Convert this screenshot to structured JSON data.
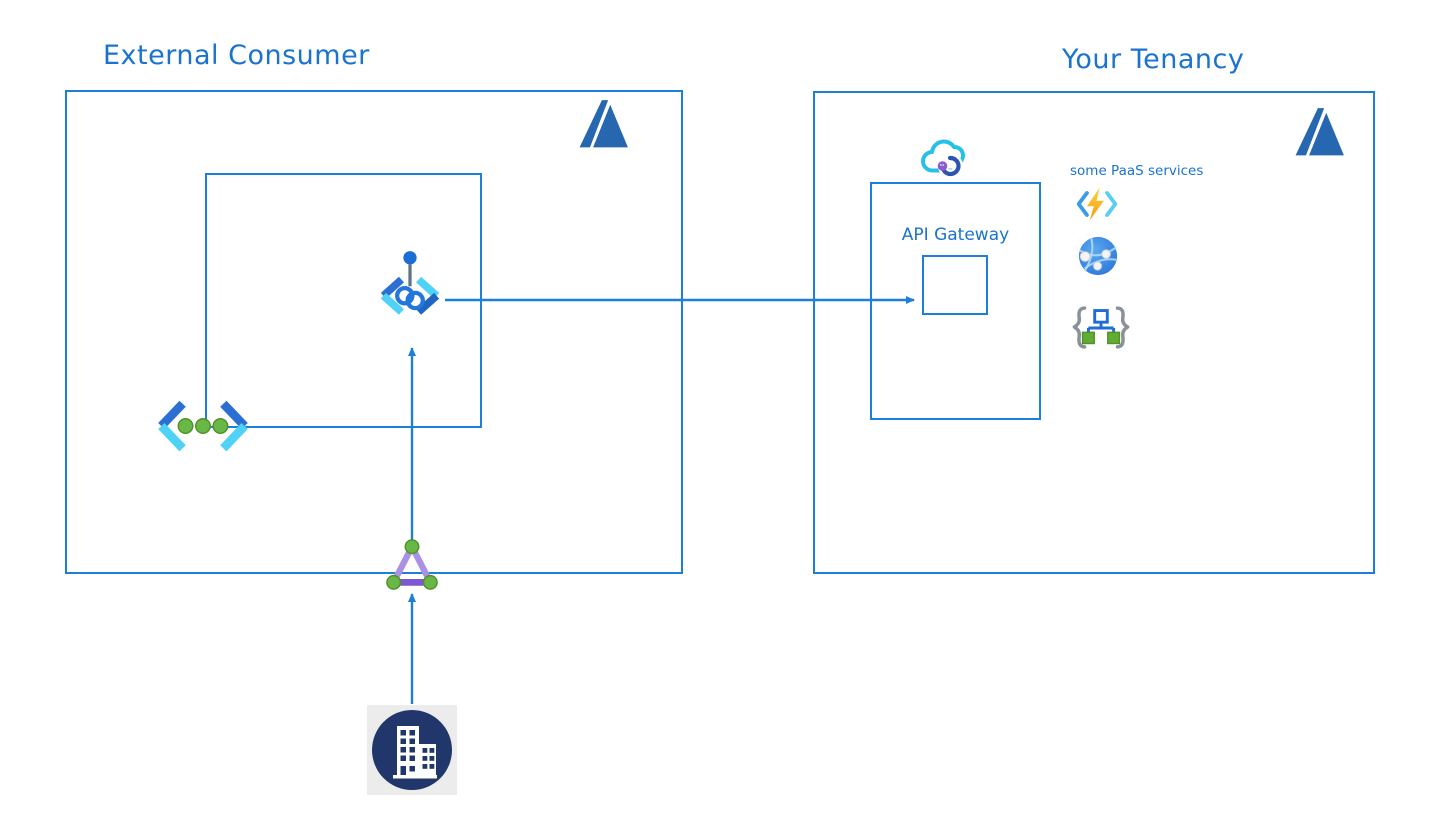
{
  "titles": {
    "external": "External Consumer",
    "tenancy": "Your Tenancy"
  },
  "labels": {
    "api_gateway": "API Gateway",
    "paas": "some PaaS services"
  },
  "icons": {
    "azure_logo_left": "azure-logo",
    "azure_logo_right": "azure-logo",
    "api_management": "api-management-chain-brackets",
    "api_endpoint": "api-brackets-green-dots",
    "network_gateway": "purple-triangle-green-nodes",
    "enterprise": "building-in-navy-circle",
    "cloud_gateway": "cyan-cloud-with-arc",
    "functions": "lightning-bolt-brackets",
    "app_service": "blue-globe-network",
    "arm_template": "curly-braces-flowchart"
  },
  "colors": {
    "line_blue": "#1e7fd8",
    "title_blue": "#1a73cd",
    "azure_logo_blue": "#2767b0",
    "bracket_dark_blue": "#2b6fd3",
    "bracket_cyan": "#4ed2f6",
    "dot_green": "#68b747",
    "triangle_purple_light": "#ab91e6",
    "triangle_purple_dark": "#7e57d2",
    "building_navy": "#21376b",
    "cloud_cyan": "#27c0ea",
    "arc_blue": "#2d55b0",
    "arc_dot_purple": "#8e5ad0",
    "bolt_yellow": "#ffd23e",
    "bolt_orange": "#f59b12",
    "globe_blue": "#2a72d8",
    "brace_gray": "#8a9299",
    "template_green": "#61ad33"
  }
}
